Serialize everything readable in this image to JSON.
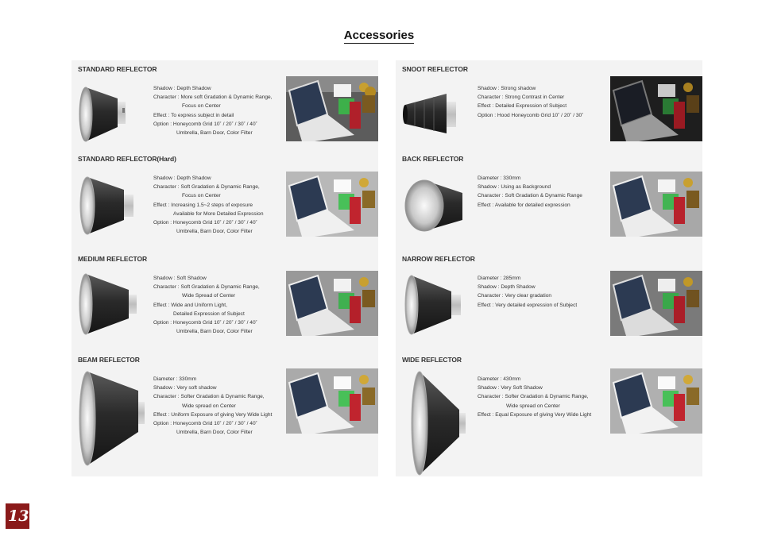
{
  "page": {
    "title": "Accessories",
    "page_number": "13"
  },
  "sections": [
    {
      "title": "STANDARD REFLECTOR",
      "lines": [
        "Shadow : Depth Shadow",
        "Character : More soft Gradation & Dynamic Range,",
        "Focus on Center",
        "Effect : To express subject in detail",
        "Option : Honeycomb Grid 10˚ / 20˚ / 30˚ / 40˚",
        "Umbrella, Barn Door, Color Filter"
      ]
    },
    {
      "title": "SNOOT REFLECTOR",
      "lines": [
        "Shadow : Strong shadow",
        "Character : Strong Contrast in Center",
        "Effect : Detailed Expression of Subject",
        "Option : Hood Honeycomb Grid 10˚ / 20˚ / 30˚"
      ]
    },
    {
      "title": "STANDARD REFLECTOR(Hard)",
      "lines": [
        "Shadow : Depth Shadow",
        "Character : Soft Gradation & Dynamic Range,",
        "Focus on Center",
        "Effect : Increasing 1.5~2 steps of exposure",
        "Available for More Detailed Expression",
        "Option : Honeycomb Grid 10˚ / 20˚ / 30˚ / 40˚",
        "Umbrella, Barn Door, Color Filter"
      ]
    },
    {
      "title": "BACK REFLECTOR",
      "lines": [
        "Diameter : 330mm",
        "Shadow : Using as Background",
        "Character : Soft Gradation & Dynamic Range",
        "Effect : Available for detailed expression"
      ]
    },
    {
      "title": "MEDIUM REFLECTOR",
      "lines": [
        "Shadow : Soft Shadow",
        "Character : Soft Gradation & Dynamic Range,",
        "Wide Spread of Center",
        "Effect : Wide and Uniform Light,",
        "Detailed Expression of Subject",
        "Option : Honeycomb Grid 10˚ / 20˚ / 30˚ / 40˚",
        "Umbrella, Barn Door, Color Filter"
      ]
    },
    {
      "title": "NARROW REFLECTOR",
      "lines": [
        "Diameter : 285mm",
        "Shadow : Depth Shadow",
        "Character : Very clear gradation",
        "Effect : Very detailed expression of Subject"
      ]
    },
    {
      "title": "BEAM REFLECTOR",
      "lines": [
        "Diameter : 330mm",
        "Shadow : Very soft shadow",
        "Character : Softer Gradation & Dynamic Range,",
        "Wide spread on Center",
        "Effect : Uniform Exposure of giving Very Wide Light",
        "Option : Honeycomb Grid 10˚ / 20˚ / 30˚ / 40˚",
        "Umbrella, Barn Door, Color Filter"
      ]
    },
    {
      "title": "WIDE REFLECTOR",
      "lines": [
        "Diameter : 430mm",
        "Shadow : Very Soft Shadow",
        "Character : Softer Gradation & Dynamic Range,",
        "Wide spread on Center",
        "Effect : Equal Exposure of giving Very Wide Light"
      ]
    }
  ],
  "icons": {
    "product": "reflector-icon",
    "photo": "sample-photo-laptop-icon"
  }
}
